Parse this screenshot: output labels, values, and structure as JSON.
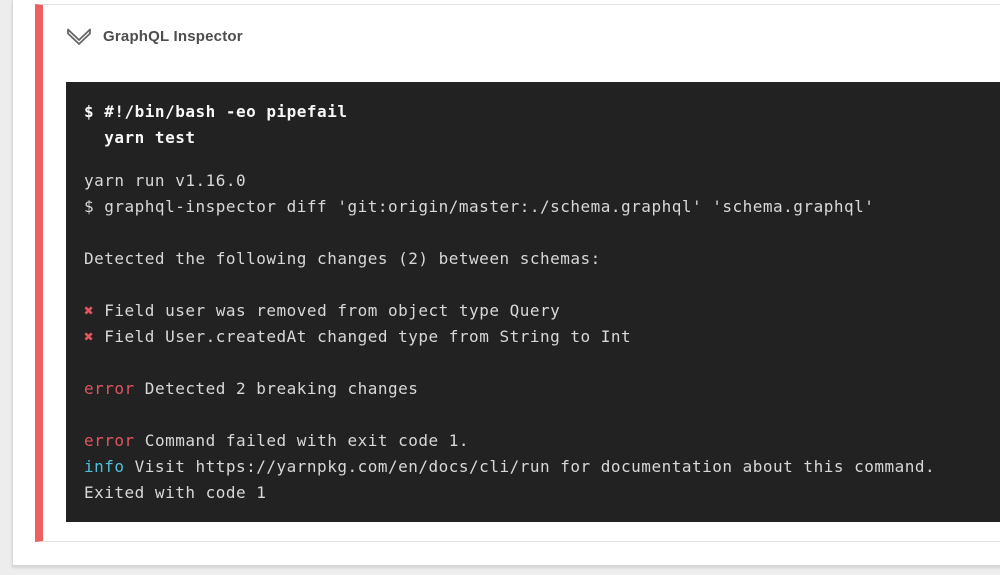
{
  "colors": {
    "page_background": "#ededed",
    "accent_stripe": "#ee5f5f",
    "terminal_background": "#222222",
    "terminal_text": "#d8d8d8",
    "terminal_bright": "#f8f8f8",
    "terminal_error": "#e05561",
    "terminal_info": "#4ec0d9"
  },
  "card": {
    "title": "GraphQL Inspector",
    "collapse_icon": "chevron-down-icon"
  },
  "terminal": {
    "lines": [
      {
        "type": "command",
        "segments": [
          {
            "style": "command",
            "text": "$ #!/bin/bash -eo pipefail"
          }
        ]
      },
      {
        "type": "command",
        "segments": [
          {
            "style": "command",
            "text": "  yarn test"
          }
        ]
      },
      {
        "type": "spacer-small"
      },
      {
        "type": "line",
        "segments": [
          {
            "style": "plain",
            "text": "yarn run v1.16.0"
          }
        ]
      },
      {
        "type": "line",
        "segments": [
          {
            "style": "plain",
            "text": "$ graphql-inspector diff 'git:origin/master:./schema.graphql' 'schema.graphql'"
          }
        ]
      },
      {
        "type": "spacer"
      },
      {
        "type": "line",
        "segments": [
          {
            "style": "plain",
            "text": "Detected the following changes (2) between schemas:"
          }
        ]
      },
      {
        "type": "spacer"
      },
      {
        "type": "line",
        "segments": [
          {
            "style": "error",
            "text": "✖"
          },
          {
            "style": "plain",
            "text": " Field user was removed from object type Query"
          }
        ]
      },
      {
        "type": "line",
        "segments": [
          {
            "style": "error",
            "text": "✖"
          },
          {
            "style": "plain",
            "text": " Field User.createdAt changed type from String to Int"
          }
        ]
      },
      {
        "type": "spacer"
      },
      {
        "type": "line",
        "segments": [
          {
            "style": "error",
            "text": "error"
          },
          {
            "style": "plain",
            "text": " Detected 2 breaking changes"
          }
        ]
      },
      {
        "type": "spacer"
      },
      {
        "type": "line",
        "segments": [
          {
            "style": "error",
            "text": "error"
          },
          {
            "style": "plain",
            "text": " Command failed with exit code 1."
          }
        ]
      },
      {
        "type": "line",
        "segments": [
          {
            "style": "info",
            "text": "info"
          },
          {
            "style": "plain",
            "text": " Visit https://yarnpkg.com/en/docs/cli/run for documentation about this command."
          }
        ]
      },
      {
        "type": "line",
        "segments": [
          {
            "style": "plain",
            "text": "Exited with code 1"
          }
        ]
      }
    ]
  }
}
